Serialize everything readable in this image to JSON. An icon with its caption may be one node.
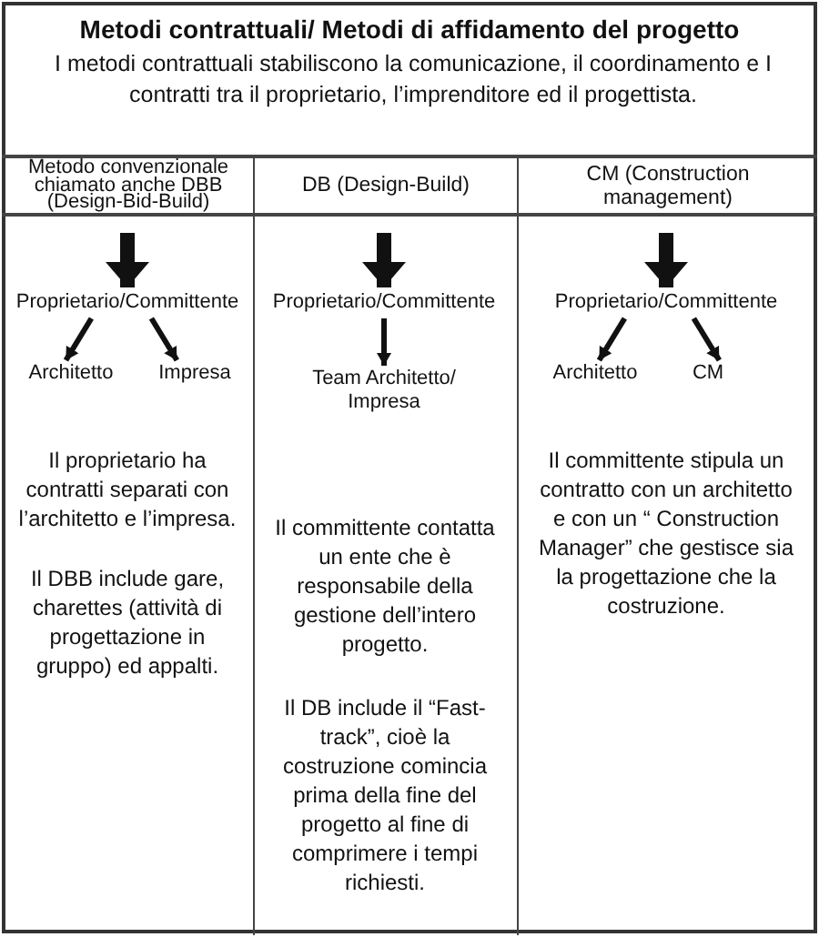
{
  "diagram": {
    "title": "Metodi contrattuali/ Metodi di affidamento del progetto",
    "nodes": [
      {
        "text": [
          "Proprietario/Committente"
        ]
      },
      {
        "text": [
          "Architetto"
        ]
      },
      {
        "text": [
          "Impresa"
        ]
      },
      {
        "text": [
          "Proprietario/Committente"
        ]
      },
      {
        "text": [
          "Team Architetto/ Impresa"
        ]
      },
      {
        "text": [
          "Proprietario/Committente"
        ]
      },
      {
        "text": [
          "Architetto"
        ]
      },
      {
        "text": [
          "CM"
        ]
      }
    ],
    "edges": [
      {
        "from": null,
        "to": 0,
        "arrow": "to",
        "style": "thick"
      },
      {
        "from": 0,
        "to": 1,
        "arrow": "to"
      },
      {
        "from": 0,
        "to": 2,
        "arrow": "to"
      },
      {
        "from": null,
        "to": 3,
        "arrow": "to",
        "style": "thick"
      },
      {
        "from": 3,
        "to": 4,
        "arrow": "to"
      },
      {
        "from": null,
        "to": 5,
        "arrow": "to",
        "style": "thick"
      },
      {
        "from": 5,
        "to": 6,
        "arrow": "to"
      },
      {
        "from": 5,
        "to": 7,
        "arrow": "to"
      }
    ],
    "labels": [
      "I metodi contrattuali stabiliscono la comunicazione, il coordinamento e I contratti tra il proprietario, l’imprenditore ed il progettista.",
      "Metodo convenzionale chiamato anche DBB (Design-Bid-Build)",
      "DB (Design-Build)",
      "CM (Construction management)",
      "Il proprietario ha contratti separati con l’architetto e l’impresa.",
      "Il DBB include gare, charettes (attività di progettazione in gruppo) ed appalti.",
      "Il committente contatta un ente che è responsabile della gestione dell’intero progetto.",
      "Il DB include il “Fast-track”, cioè la costruzione comincia prima della fine del progetto al fine di comprimere i tempi richiesti.",
      "Il committente stipula un contratto con un architetto e con un “ Construction Manager” che gestisce sia la progettazione che la costruzione."
    ]
  }
}
